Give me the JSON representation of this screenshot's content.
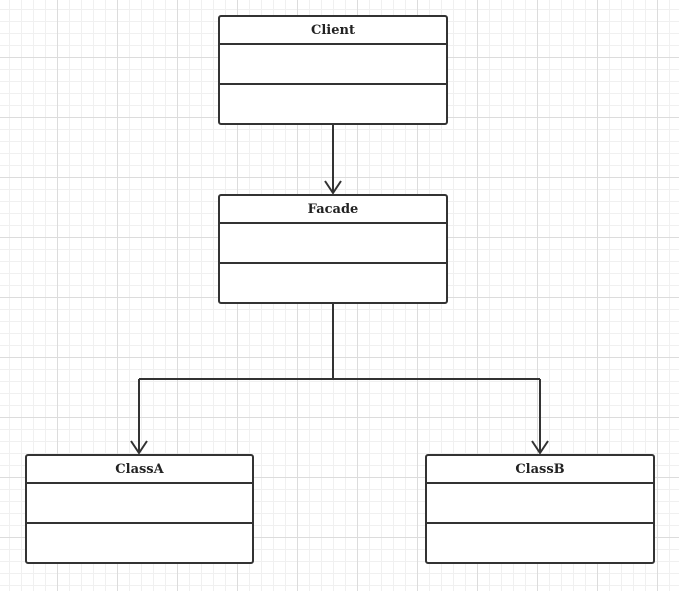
{
  "diagram": {
    "classes": {
      "client": {
        "name": "Client"
      },
      "facade": {
        "name": "Facade"
      },
      "classa": {
        "name": "ClassA"
      },
      "classb": {
        "name": "ClassB"
      }
    },
    "relations": [
      {
        "from": "Client",
        "to": "Facade",
        "kind": "association-arrow"
      },
      {
        "from": "Facade",
        "to": "ClassA",
        "kind": "association-arrow"
      },
      {
        "from": "Facade",
        "to": "ClassB",
        "kind": "association-arrow"
      }
    ]
  },
  "colors": {
    "stroke": "#333333",
    "grid_major": "#dcdcdc",
    "grid_minor": "#f0f0f0",
    "background": "#ffffff"
  }
}
